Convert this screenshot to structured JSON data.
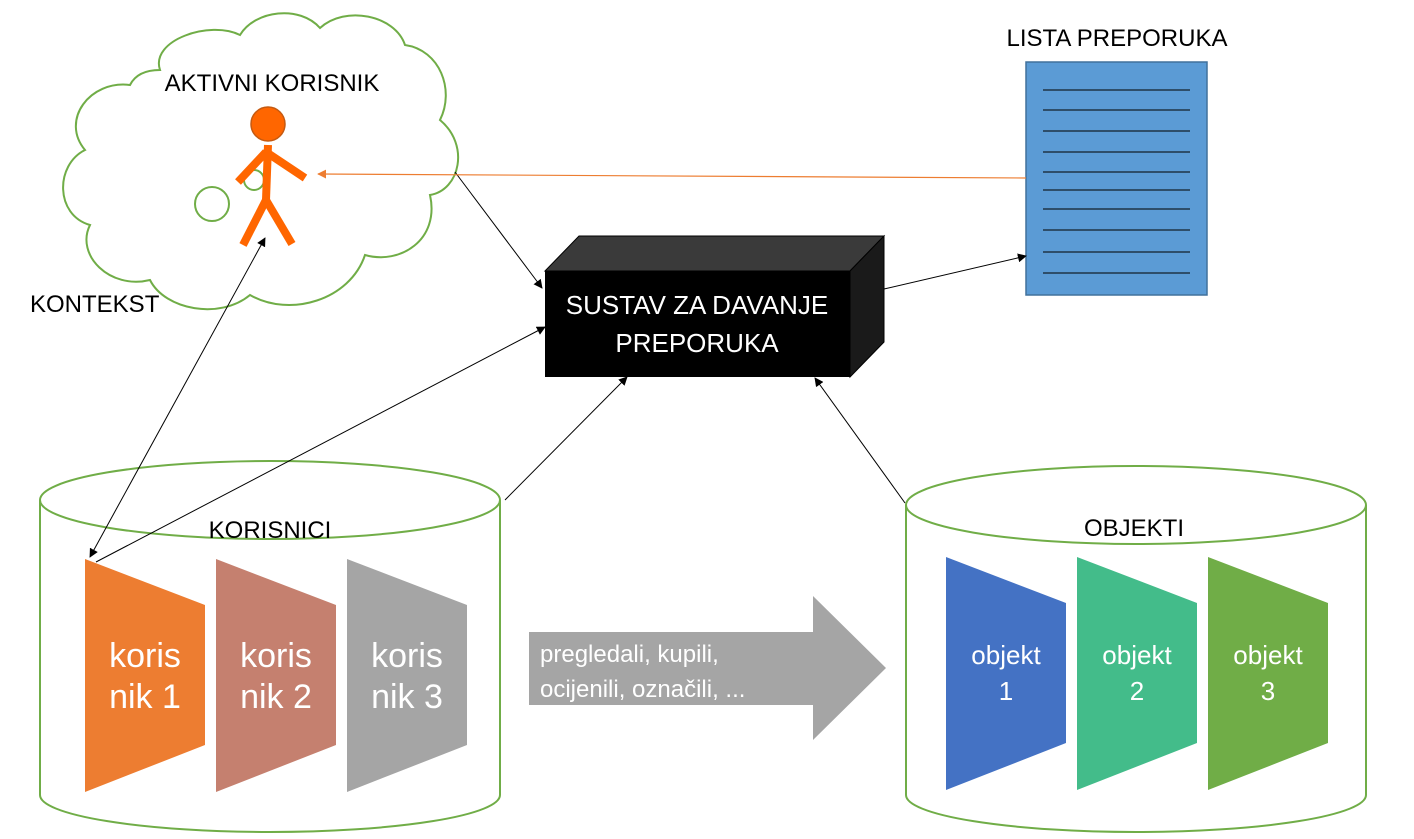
{
  "user": {
    "title": "AKTIVNI KORISNIK",
    "context": "KONTEKST"
  },
  "system": {
    "line1": "SUSTAV ZA DAVANJE",
    "line2": "PREPORUKA"
  },
  "recommendations": {
    "title": "LISTA PREPORUKA"
  },
  "users_db": {
    "title": "KORISNICI",
    "items": [
      {
        "line1": "koris",
        "line2": "nik 1",
        "color": "#ed7d31"
      },
      {
        "line1": "koris",
        "line2": "nik 2",
        "color": "#c5806f"
      },
      {
        "line1": "koris",
        "line2": "nik 3",
        "color": "#a5a5a5"
      }
    ]
  },
  "interaction": {
    "line1": "pregledali, kupili,",
    "line2": "ocijenili, označili, ..."
  },
  "objects_db": {
    "title": "OBJEKTI",
    "items": [
      {
        "line1": "objekt",
        "line2": "1",
        "color": "#4472c4"
      },
      {
        "line1": "objekt",
        "line2": "2",
        "color": "#43bc8a"
      },
      {
        "line1": "objekt",
        "line2": "3",
        "color": "#70ad47"
      }
    ]
  },
  "colors": {
    "outline_green": "#70ad47",
    "person_orange": "#ff6600",
    "list_blue": "#5b9bd5",
    "list_border": "#41719c",
    "arrow_orange": "#ed7d31",
    "arrow_gray": "#a5a5a5"
  }
}
